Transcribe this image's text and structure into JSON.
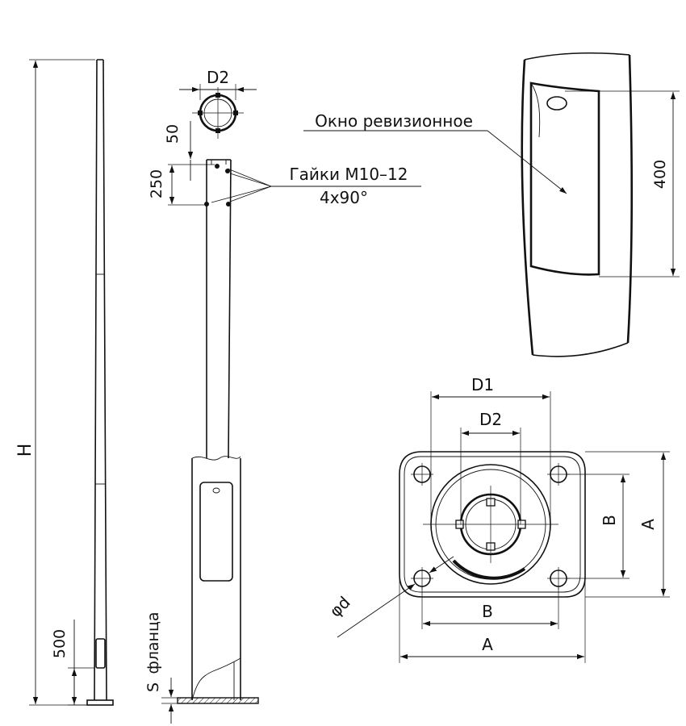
{
  "labels": {
    "height": "H",
    "window_offset": "500",
    "top_gap": "50",
    "nut_spacing": "250",
    "top_tube_diameter": "D2",
    "nuts_title": "Гайки М10–12",
    "nuts_pattern": "4х90°",
    "inspection_window": "Окно ревизионное",
    "window_height": "400",
    "flange_thickness": "S",
    "flange_word": "фланца",
    "base_d1": "D1",
    "base_d2": "D2",
    "bolt_spacing_b": "B",
    "plate_size_a": "A",
    "bolt_spacing_b_vertical": "B",
    "plate_size_a_vertical": "A",
    "hole_diameter": "φd"
  },
  "colors": {
    "line": "#111111",
    "background": "#ffffff"
  }
}
